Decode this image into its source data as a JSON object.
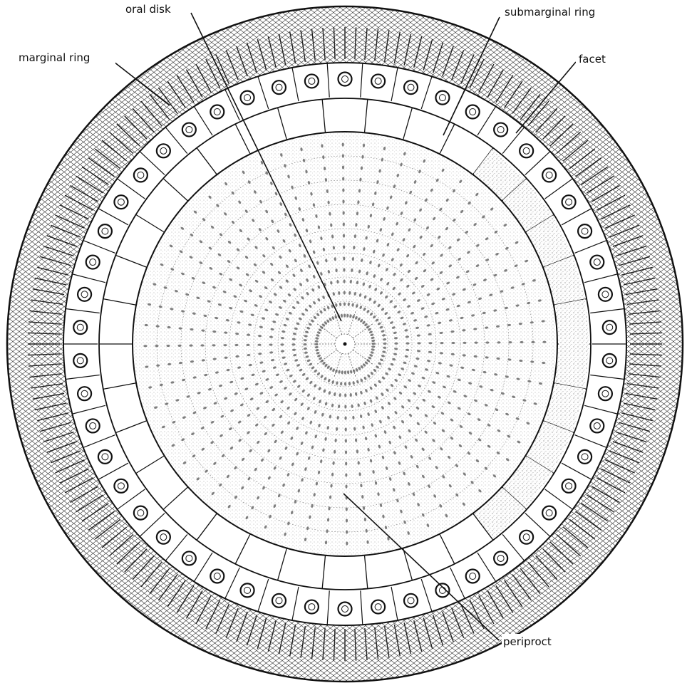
{
  "labels": {
    "oral_disk": "oral disk",
    "submarginal_ring": "submarginal ring",
    "marginal_ring": "marginal ring",
    "facet": "facet",
    "periproct": "periproct"
  },
  "colors": {
    "ink": "#111111",
    "paper": "#ffffff",
    "stipple": "#9a9a9a"
  }
}
